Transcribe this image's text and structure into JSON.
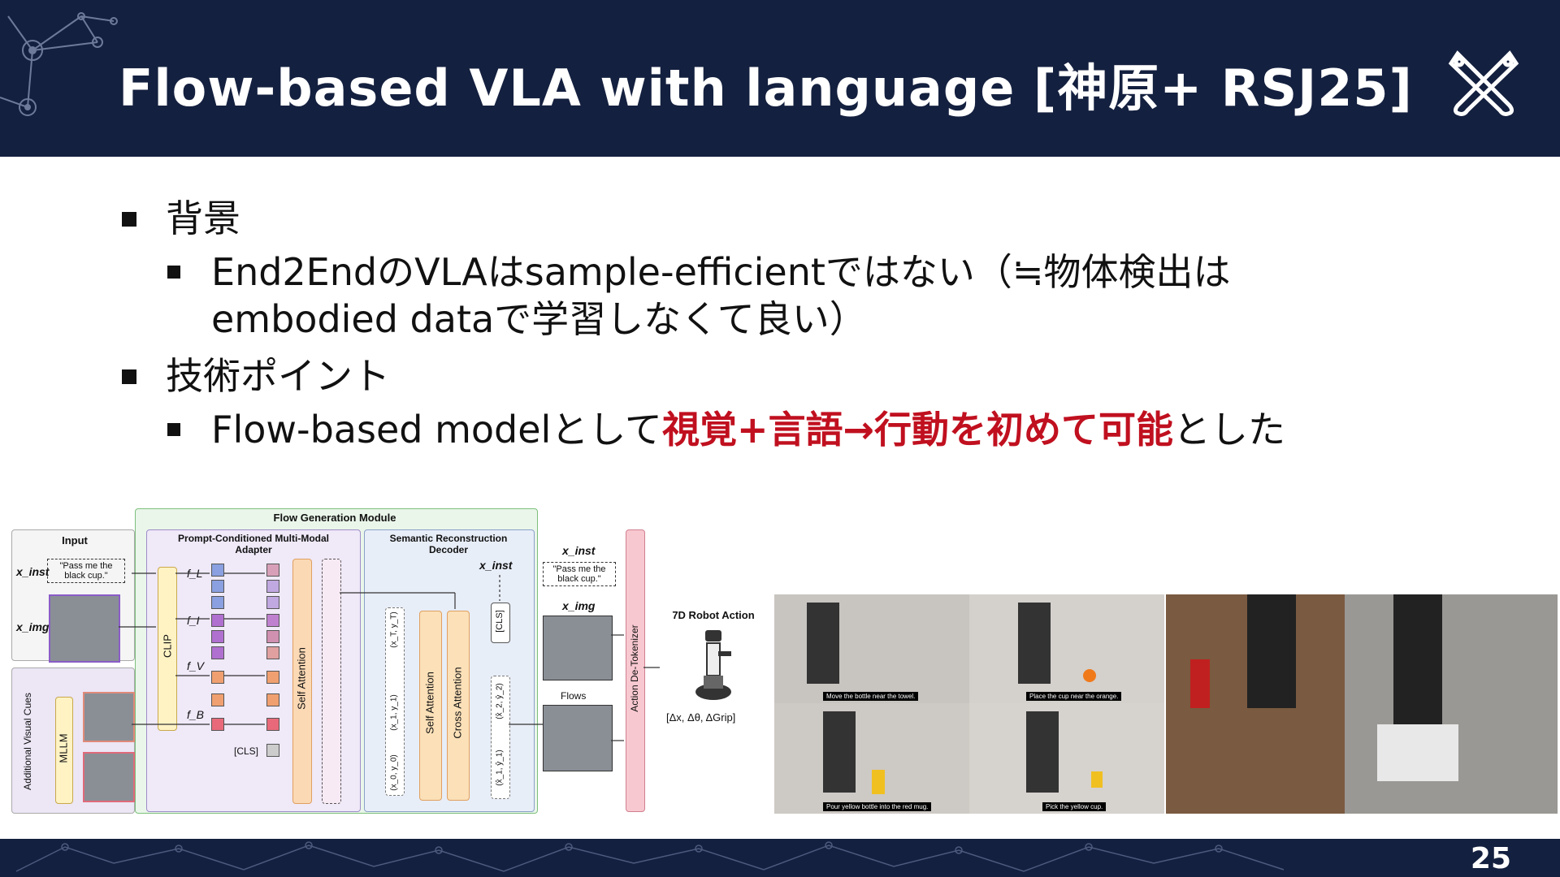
{
  "slide": {
    "title": "Flow-based VLA with language [神原+ RSJ25]",
    "page_number": "25",
    "accent_color": "#c0101f",
    "header_color": "#14203f"
  },
  "bullets": {
    "b1_label": "背景",
    "b1_sub_line1": "End2EndのVLAはsample-efficientではない（≒物体検出は",
    "b1_sub_line2": "embodied dataで学習しなくて良い）",
    "b2_label": "技術ポイント",
    "b2_sub_pre": "Flow-based modelとして",
    "b2_sub_red": "視覚+言語→行動を初めて可能",
    "b2_sub_post": "とした"
  },
  "figure": {
    "flow_generation_module": "Flow Generation Module",
    "input": "Input",
    "x_inst": "x_inst",
    "x_img": "x_img",
    "instruction": "\"Pass me the black cup.\"",
    "clip": "CLIP",
    "mllm": "MLLM",
    "additional_visual_cues": "Additional Visual Cues",
    "adapter_title": "Prompt-Conditioned Multi-Modal Adapter",
    "f_l": "f_L",
    "f_i": "f_I",
    "f_v": "f_V",
    "f_b": "f_B",
    "cls": "[CLS]",
    "self_attention": "Self Attention",
    "cross_attention": "Cross Attention",
    "decoder_title": "Semantic Reconstruction Decoder",
    "flows": "Flows",
    "de_tokenizer": "Action De-Tokenizer",
    "robot_action": "7D Robot Action",
    "action_vars": "[Δx, Δθ, ΔGrip]",
    "tok_xtyt": "(x_T, y_T)",
    "tok_x1y1": "(x_1, y_1)",
    "tok_x0y0": "(x_0, y_0)",
    "tok_x2y2": "(x̂_2, ŷ_2)",
    "tok_x1y1hat": "(x̂_1, ŷ_1)"
  },
  "photos": {
    "captions": [
      "Move the bottle near the towel.",
      "Place the cup near the orange.",
      "Pour yellow bottle into the red mug.",
      "Pick the yellow cup."
    ]
  }
}
